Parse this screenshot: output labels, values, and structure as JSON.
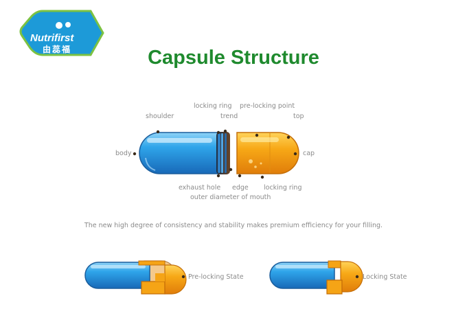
{
  "logo": {
    "brand_latin": "Nutrifirst",
    "brand_chinese": "由蕊福",
    "colors": {
      "fill": "#1d9ad8",
      "outline": "#7cc242"
    }
  },
  "title": "Capsule Structure",
  "labels": {
    "shoulder": "shoulder",
    "locking_ring_top": "locking ring",
    "trend": "trend",
    "pre_locking_point": "pre-locking point",
    "top": "top",
    "body": "body",
    "cap": "cap",
    "exhaust_hole": "exhaust hole",
    "edge": "edge",
    "locking_ring_bottom": "locking ring",
    "outer_diameter": "outer diameter of mouth"
  },
  "tagline": "The new high degree of consistency and stability makes premium efficiency for your filling.",
  "states": {
    "pre_locking": "Pre-locking State",
    "locking": "Locking State"
  },
  "colors": {
    "title_green": "#1f8a2e",
    "body_blue": "#2d9fe3",
    "cap_orange": "#f5a416",
    "label_grey": "#8a8a8a"
  }
}
